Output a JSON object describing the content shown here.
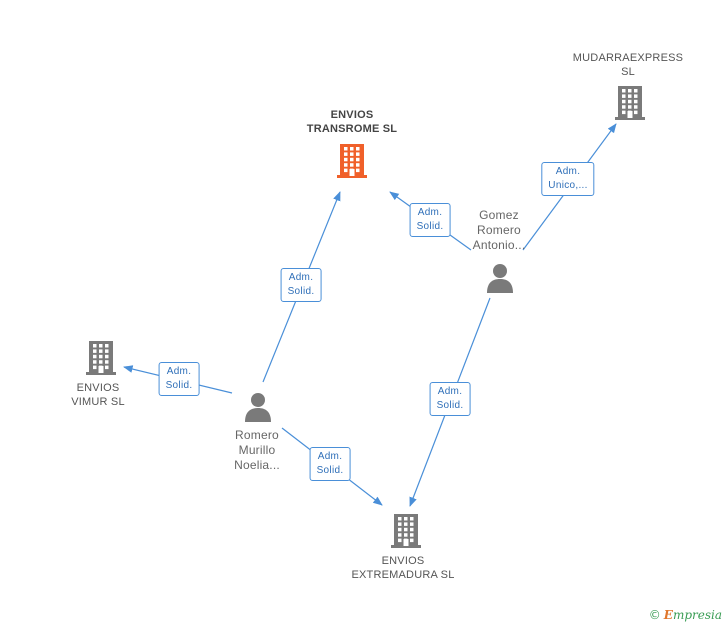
{
  "nodes": {
    "envios_transrome": {
      "lines": [
        "ENVIOS",
        "TRANSROME SL"
      ],
      "kind": "company",
      "highlight": true
    },
    "mudarra_express": {
      "lines": [
        "MUDARRAEXPRESS",
        "SL"
      ],
      "kind": "company"
    },
    "envios_vimur": {
      "lines": [
        "ENVIOS",
        "VIMUR SL"
      ],
      "kind": "company"
    },
    "envios_extremadura": {
      "lines": [
        "ENVIOS",
        "EXTREMADURA SL"
      ],
      "kind": "company"
    },
    "gomez_romero": {
      "lines": [
        "Gomez",
        "Romero",
        "Antonio..."
      ],
      "kind": "person"
    },
    "romero_murillo": {
      "lines": [
        "Romero",
        "Murillo",
        "Noelia..."
      ],
      "kind": "person"
    }
  },
  "edges": [
    {
      "from": "romero_murillo",
      "to": "envios_transrome",
      "label": [
        "Adm.",
        "Solid."
      ]
    },
    {
      "from": "romero_murillo",
      "to": "envios_vimur",
      "label": [
        "Adm.",
        "Solid."
      ]
    },
    {
      "from": "romero_murillo",
      "to": "envios_extremadura",
      "label": [
        "Adm.",
        "Solid."
      ]
    },
    {
      "from": "gomez_romero",
      "to": "envios_transrome",
      "label": [
        "Adm.",
        "Solid."
      ]
    },
    {
      "from": "gomez_romero",
      "to": "mudarra_express",
      "label": [
        "Adm.",
        "Unico,..."
      ]
    },
    {
      "from": "gomez_romero",
      "to": "envios_extremadura",
      "label": [
        "Adm.",
        "Solid."
      ]
    }
  ],
  "colors": {
    "edge": "#4a8fd8",
    "company_icon": "#7a7a7a",
    "company_icon_highlight": "#f0602a",
    "person_icon": "#7a7a7a"
  },
  "brand": {
    "copyright": "©",
    "initial": "E",
    "rest": "mpresia"
  }
}
